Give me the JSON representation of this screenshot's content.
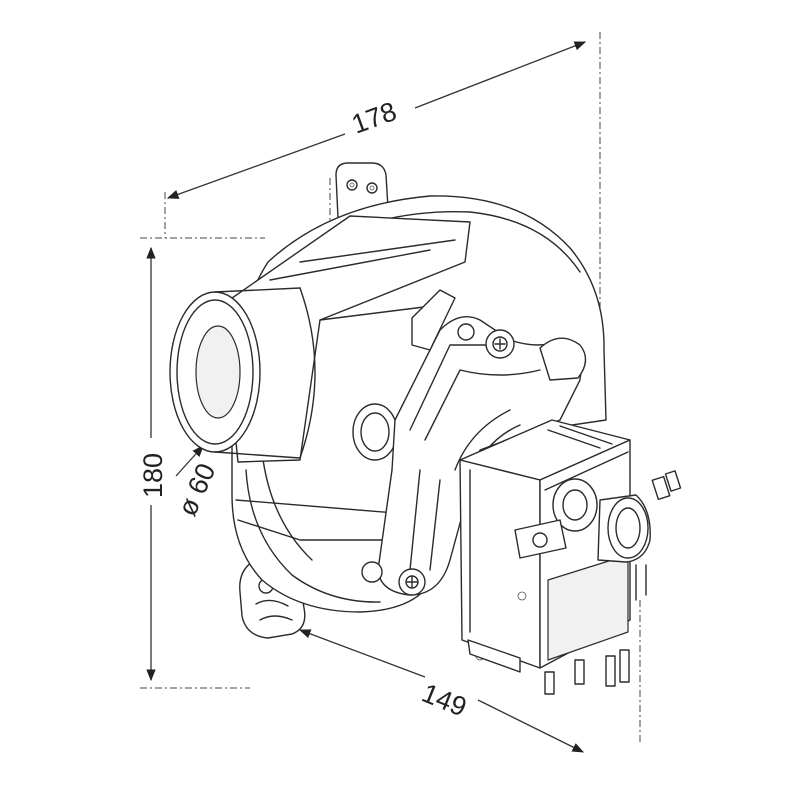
{
  "dimensions": {
    "width": "178",
    "height": "180",
    "depth": "149",
    "diameter": "ø 60"
  }
}
